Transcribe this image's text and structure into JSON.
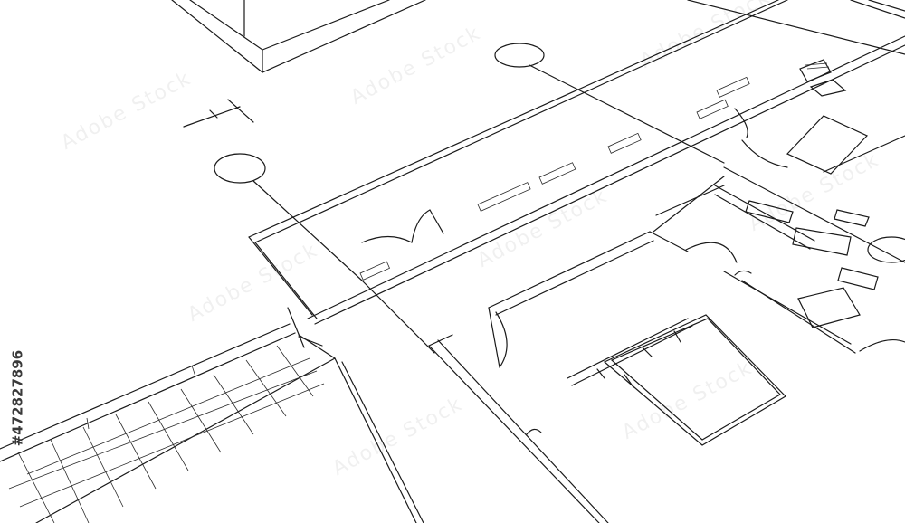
{
  "image": {
    "kind": "architectural-floor-plan-sketch",
    "watermark_text": "Adobe Stock",
    "stock_id": "#472827896",
    "line_color": "#1a1a1a",
    "background_color": "#ffffff"
  }
}
